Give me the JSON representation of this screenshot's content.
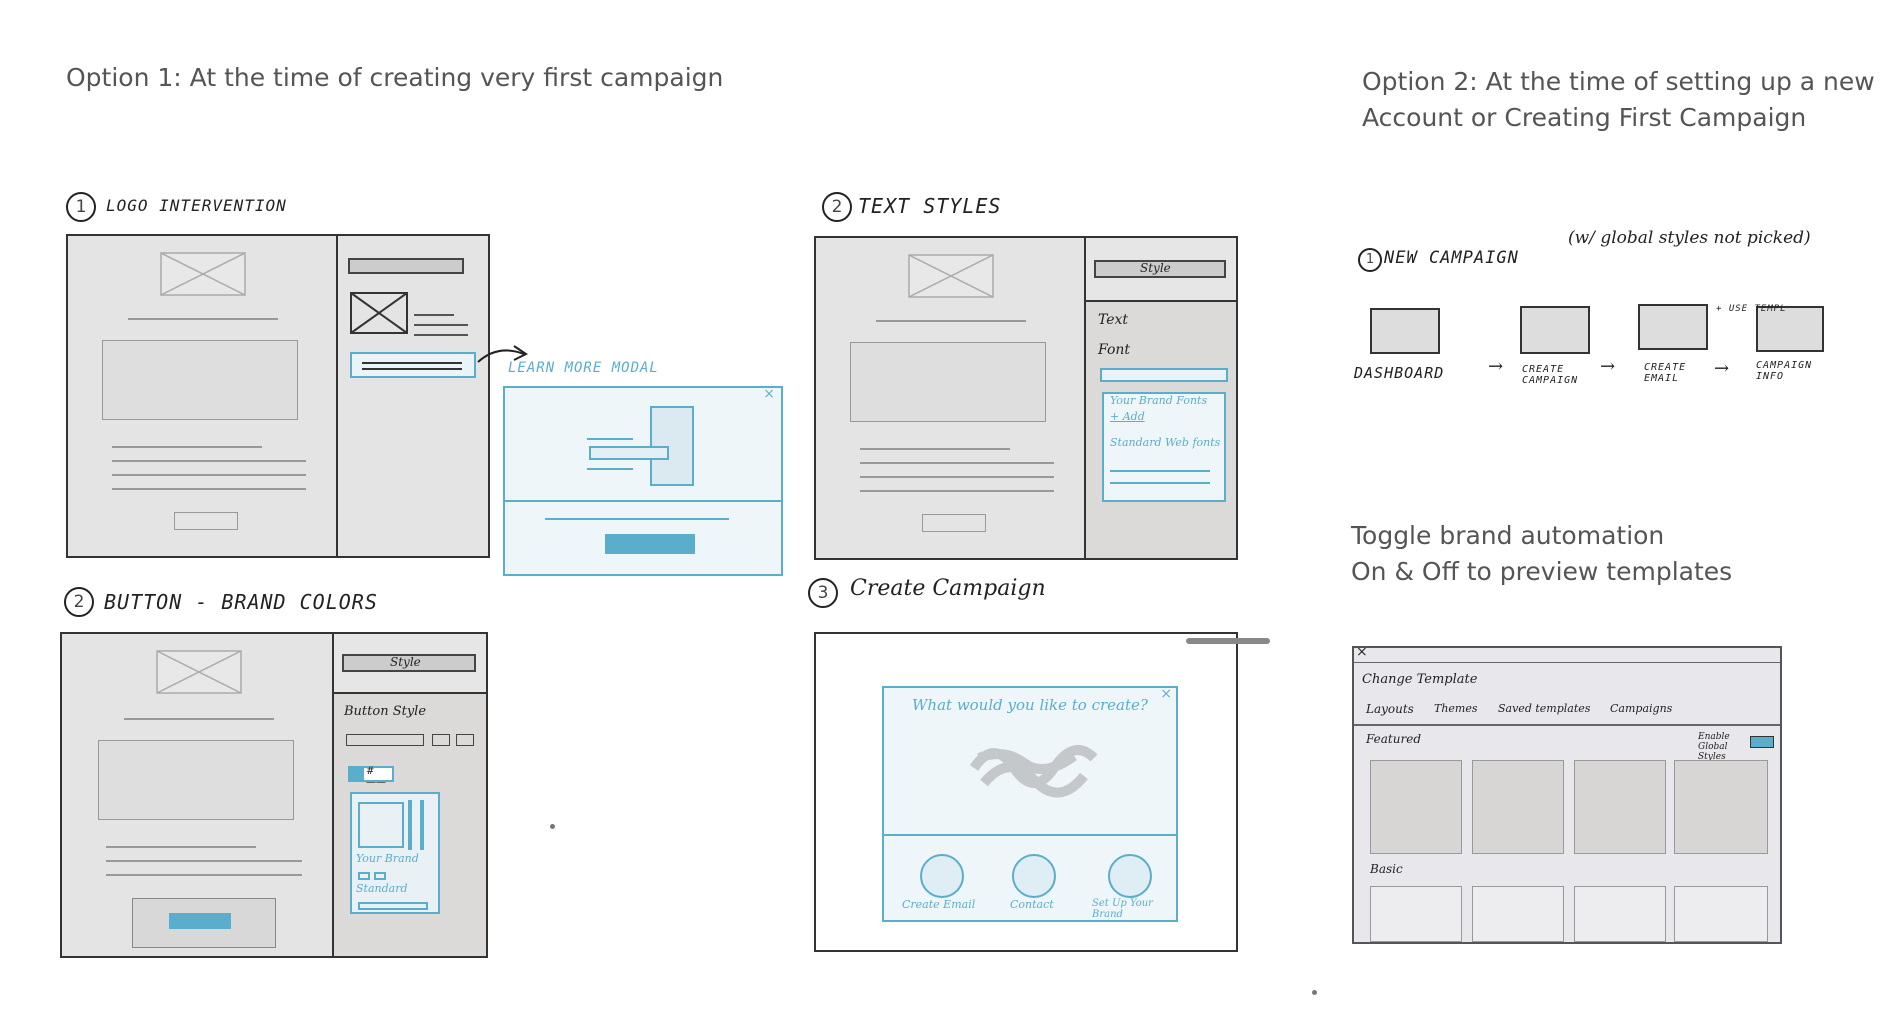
{
  "headings": {
    "option1": "Option 1: At the time of creating very first campaign",
    "option2_line1": "Option 2: At the time of setting up a new",
    "option2_line2": "Account or Creating First Campaign",
    "toggle_line1": "Toggle brand automation",
    "toggle_line2": "On & Off to preview templates"
  },
  "sections": {
    "logo": "LOGO INTERVENTION",
    "logo_num": "1",
    "learn_more": "LEARN MORE MODAL",
    "text_styles": "TEXT STYLES",
    "text_styles_num": "2",
    "button": "BUTTON - BRAND COLORS",
    "button_num": "2",
    "create_campaign": "Create Campaign",
    "create_campaign_num": "3",
    "new_campaign": "NEW CAMPAIGN",
    "new_campaign_num": "1",
    "new_campaign_note": "(w/ global styles not picked)"
  },
  "text_styles_panel": {
    "style_tab": "Style",
    "text": "Text",
    "font": "Font",
    "your_brand_fonts": "Your Brand Fonts",
    "add": "+ Add",
    "standard_web_fonts": "Standard Web fonts"
  },
  "button_panel": {
    "style_tab": "Style",
    "button_style": "Button Style",
    "hex": "#——",
    "your_brand": "Your Brand",
    "standard": "Standard"
  },
  "create_modal": {
    "question": "What would you like to create?",
    "options": [
      "Create Email",
      "Contact",
      "Set Up Your Brand"
    ]
  },
  "flow": {
    "steps": [
      "DASHBOARD",
      "CREATE CAMPAIGN",
      "CREATE EMAIL",
      "CAMPAIGN INFO"
    ],
    "note": "+ USE TEMPL"
  },
  "template_chooser": {
    "title": "Change Template",
    "tabs": [
      "Layouts",
      "Themes",
      "Saved templates",
      "Campaigns"
    ],
    "featured": "Featured",
    "basic": "Basic",
    "toggle_label": "Enable Global Styles"
  },
  "colors": {
    "accent": "#5aaecb",
    "frame_bg": "#e6e6e6",
    "line": "#999999"
  }
}
